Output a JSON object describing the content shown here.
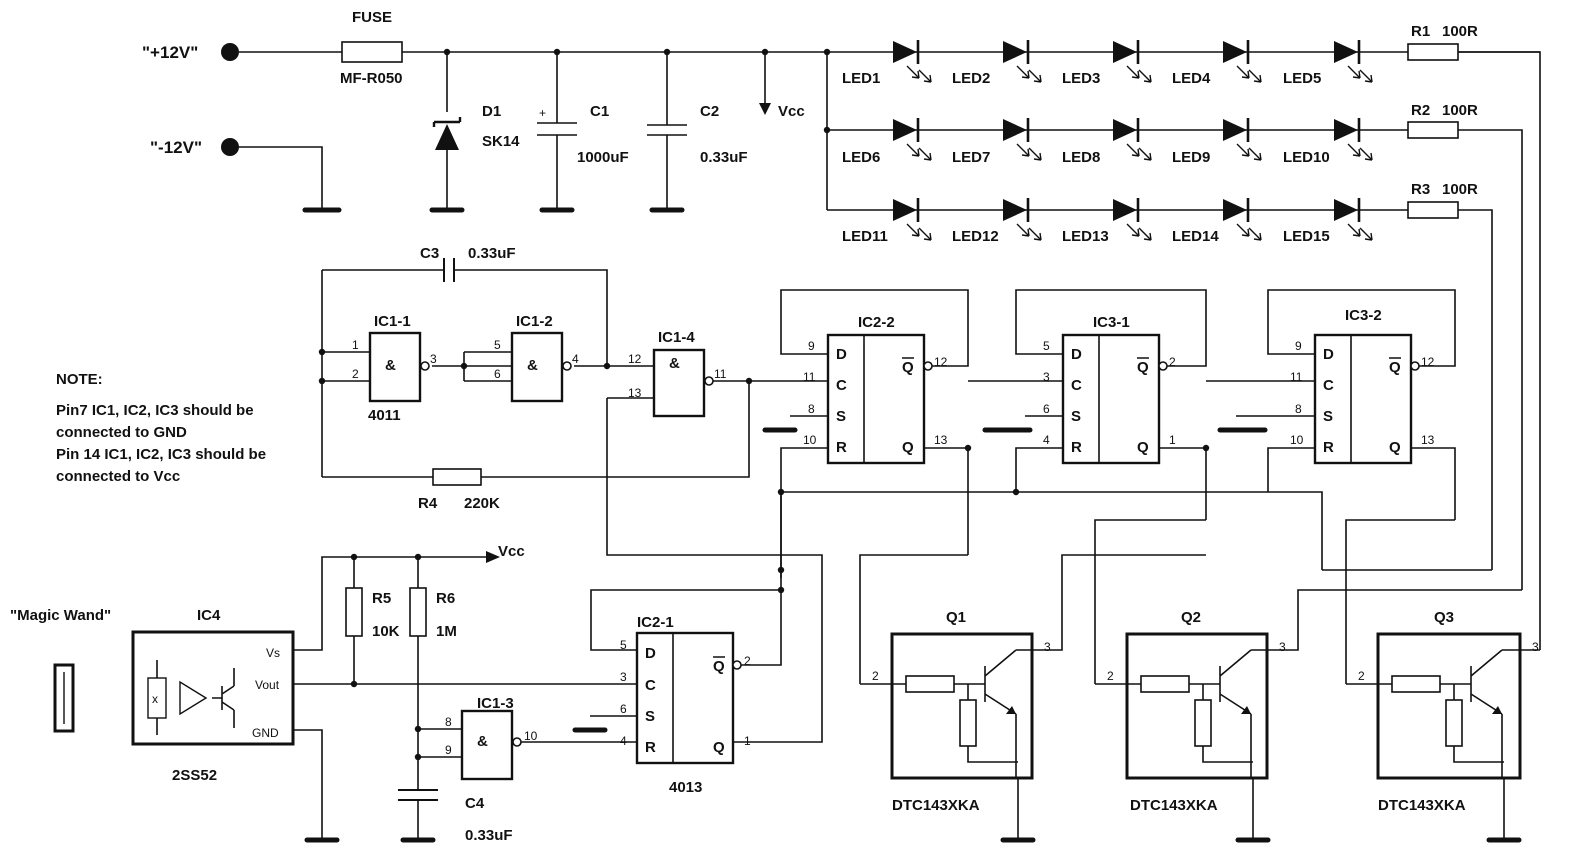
{
  "power": {
    "pos_terminal": "\"+12V\"",
    "neg_terminal": "\"-12V\"",
    "fuse_label": "FUSE",
    "fuse_part": "MF-R050",
    "vcc": "Vcc"
  },
  "components": {
    "d1": {
      "ref": "D1",
      "part": "SK14"
    },
    "c1": {
      "ref": "C1",
      "value": "1000uF"
    },
    "c2": {
      "ref": "C2",
      "value": "0.33uF"
    },
    "c3": {
      "ref": "C3",
      "value": "0.33uF"
    },
    "c4": {
      "ref": "C4",
      "value": "0.33uF"
    },
    "r1": {
      "ref": "R1",
      "value": "100R"
    },
    "r2": {
      "ref": "R2",
      "value": "100R"
    },
    "r3": {
      "ref": "R3",
      "value": "100R"
    },
    "r4": {
      "ref": "R4",
      "value": "220K"
    },
    "r5": {
      "ref": "R5",
      "value": "10K"
    },
    "r6": {
      "ref": "R6",
      "value": "1M"
    },
    "ic4": {
      "ref": "IC4",
      "part": "2SS52",
      "pins": [
        "Vs",
        "Vout",
        "GND"
      ]
    },
    "q1": {
      "ref": "Q1",
      "part": "DTC143XKA"
    },
    "q2": {
      "ref": "Q2",
      "part": "DTC143XKA"
    },
    "q3": {
      "ref": "Q3",
      "part": "DTC143XKA"
    },
    "magic_wand": "\"Magic Wand\""
  },
  "leds": {
    "row1": [
      "LED1",
      "LED2",
      "LED3",
      "LED4",
      "LED5"
    ],
    "row2": [
      "LED6",
      "LED7",
      "LED8",
      "LED9",
      "LED10"
    ],
    "row3": [
      "LED11",
      "LED12",
      "LED13",
      "LED14",
      "LED15"
    ]
  },
  "gates": {
    "ic1_1": {
      "ref": "IC1-1",
      "pins": [
        "1",
        "2",
        "3"
      ],
      "part": "4011"
    },
    "ic1_2": {
      "ref": "IC1-2",
      "pins": [
        "5",
        "6",
        "4"
      ]
    },
    "ic1_4": {
      "ref": "IC1-4",
      "pins": [
        "12",
        "13",
        "11"
      ]
    },
    "ic1_3": {
      "ref": "IC1-3",
      "pins": [
        "8",
        "9",
        "10"
      ]
    },
    "symbol": "&"
  },
  "flipflops": {
    "ic2_2": {
      "ref": "IC2-2",
      "pins": [
        "9",
        "11",
        "8",
        "10",
        "12",
        "13"
      ]
    },
    "ic3_1": {
      "ref": "IC3-1",
      "pins": [
        "5",
        "3",
        "6",
        "4",
        "2",
        "1"
      ]
    },
    "ic3_2": {
      "ref": "IC3-2",
      "pins": [
        "9",
        "11",
        "8",
        "10",
        "12",
        "13"
      ]
    },
    "ic2_1": {
      "ref": "IC2-1",
      "pins": [
        "5",
        "3",
        "6",
        "4",
        "2",
        "1"
      ],
      "part": "4013"
    },
    "inputs": [
      "D",
      "C",
      "S",
      "R"
    ],
    "outputs": [
      "Q",
      "Q"
    ]
  },
  "transistor_pins": [
    "2",
    "3"
  ],
  "note": {
    "title": "NOTE:",
    "lines": [
      "Pin7 IC1, IC2, IC3 should be",
      "connected to GND",
      "Pin 14 IC1, IC2, IC3 should be",
      "connected to Vcc"
    ]
  }
}
